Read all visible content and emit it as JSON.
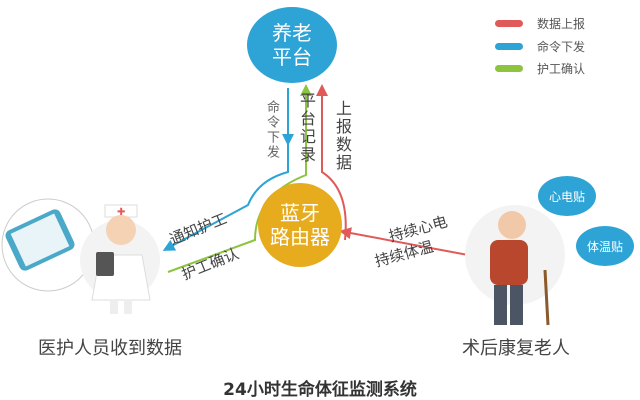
{
  "nodes": {
    "platform": "养老\n平台",
    "router": "蓝牙\n路由器"
  },
  "flows": {
    "command_down": "命令下发",
    "platform_record": "平台记录",
    "report_up": "上报数据",
    "notify_worker": "通知护工",
    "worker_confirm": "护工确认",
    "continuous_ecg": "持续心电",
    "continuous_temp": "持续体温"
  },
  "actors": {
    "medical": "医护人员收到数据",
    "elder": "术后康复老人"
  },
  "bubbles": {
    "ecg_patch": "心电贴",
    "temp_patch": "体温贴"
  },
  "legend": [
    {
      "label": "数据上报",
      "color": "#e05a5a"
    },
    {
      "label": "命令下发",
      "color": "#2ea3d6"
    },
    {
      "label": "护工确认",
      "color": "#8cc43f"
    }
  ],
  "title": "24小时生命体征监测系统",
  "colors": {
    "blue": "#2ea3d6",
    "red": "#e05a5a",
    "green": "#8cc43f",
    "orange": "#e6ac1e"
  }
}
